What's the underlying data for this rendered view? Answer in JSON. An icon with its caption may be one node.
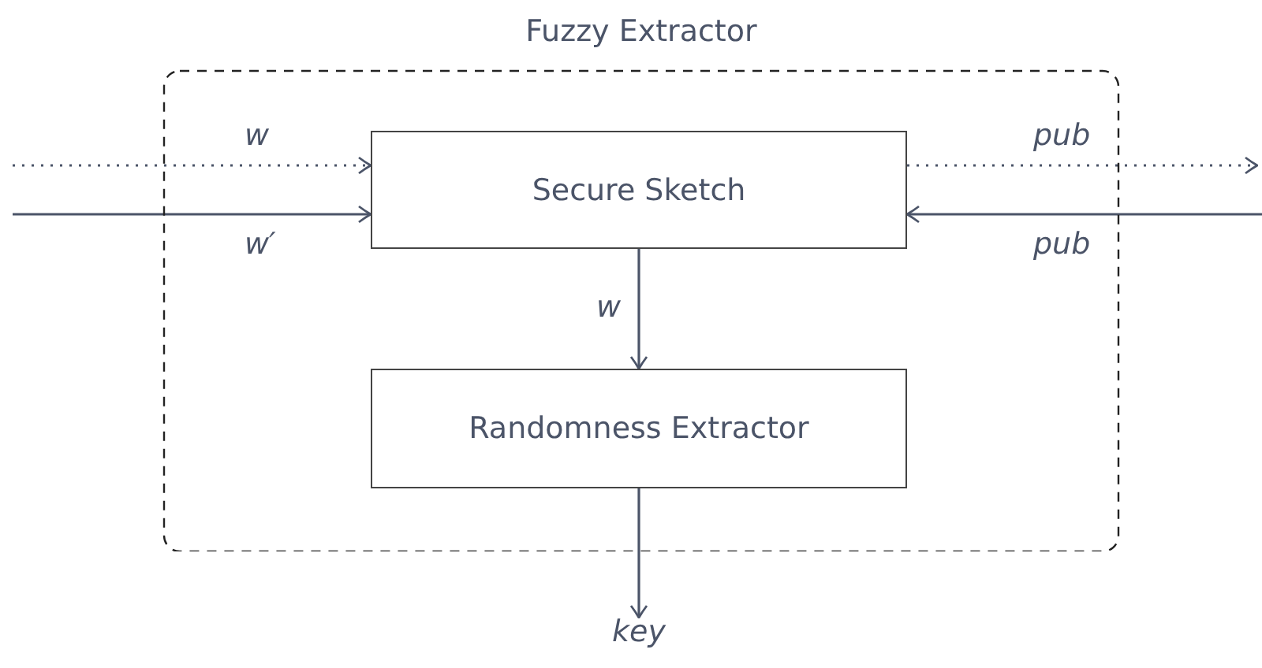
{
  "diagram": {
    "nodes": [
      {
        "text": [
          "Fuzzy Extractor"
        ]
      },
      {
        "text": [
          "Secure Sketch"
        ],
        "in": 0
      },
      {
        "text": [
          "Randomness Extractor"
        ],
        "in": 0
      },
      {
        "text": [
          "key"
        ]
      }
    ],
    "edges": [
      {
        "from": null,
        "to": 1,
        "arrow": "to",
        "label": "w",
        "style": "dashed"
      },
      {
        "from": null,
        "to": 1,
        "arrow": "to",
        "label": "w′"
      },
      {
        "from": 1,
        "to": null,
        "arrow": "to",
        "label": "pub",
        "style": "dashed"
      },
      {
        "from": null,
        "to": 1,
        "arrow": "to",
        "label": "pub"
      },
      {
        "from": 1,
        "to": 2,
        "arrow": "to",
        "label": "w"
      },
      {
        "from": 2,
        "to": 3,
        "arrow": "to"
      }
    ]
  }
}
